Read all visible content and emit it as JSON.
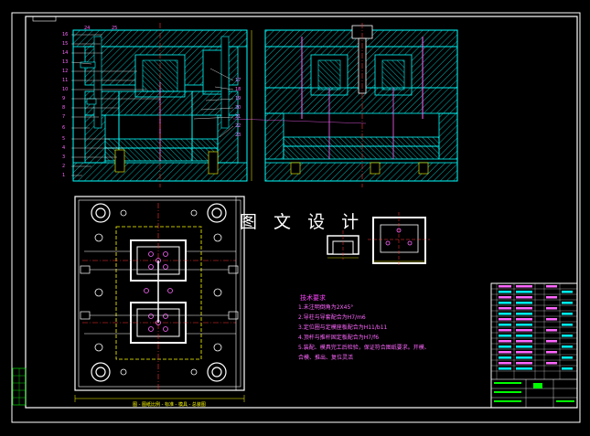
{
  "watermark": "图 文 设 计",
  "tech_requirements": {
    "title": "技术要求",
    "items": [
      "1.未注明倒角为2X45°",
      "2.导柱与导套配合为H7/m6",
      "3.定位圈与定模座板配合为H11/b11",
      "4.顶杆与推杆固定板配合为H7/f6",
      "5.装配、模具完工后检验，保证符合图纸要求。开模、",
      "     合模、推出、复位灵活"
    ]
  },
  "dimension_label": "图 - 图纸比例 - 标准 - 模具 - 总装图",
  "part_numbers_left": [
    "16",
    "15",
    "14",
    "13",
    "12",
    "11",
    "10",
    "9",
    "8",
    "7",
    "6",
    "5",
    "4",
    "3",
    "2",
    "1"
  ],
  "part_numbers_right": [
    "17",
    "18",
    "19",
    "20",
    "21",
    "22",
    "23",
    "24",
    "25"
  ],
  "colors": {
    "background": "#000000",
    "frame": "#ffffff",
    "outline": "#00ffff",
    "hatch": "#00ffff",
    "center": "#ff3333",
    "accent": "#ffff00",
    "text": "#ff44ff",
    "green": "#00ff00"
  }
}
